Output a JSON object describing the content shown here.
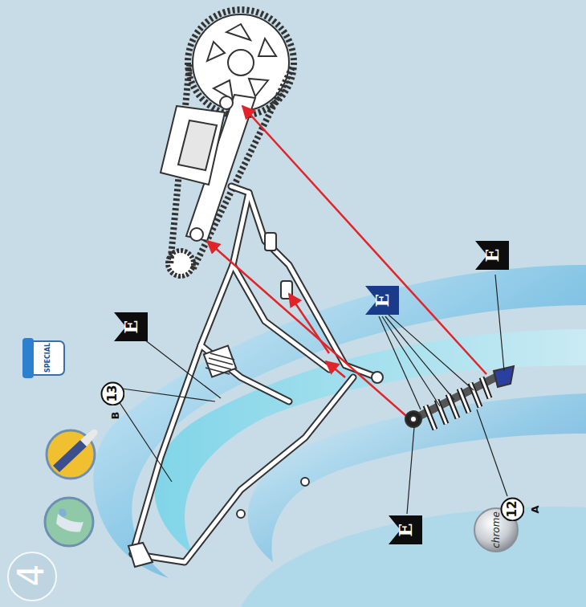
{
  "diagram": {
    "nodes": [
      {
        "text": [
          "E"
        ]
      },
      {
        "text": [
          "13"
        ]
      },
      {
        "text": [
          "E"
        ]
      },
      {
        "text": [
          "E"
        ]
      },
      {
        "text": [
          "E"
        ]
      },
      {
        "text": [
          "12"
        ]
      }
    ],
    "labels": [
      "4",
      "SPECIAL",
      "B",
      "A",
      "chrome"
    ]
  }
}
